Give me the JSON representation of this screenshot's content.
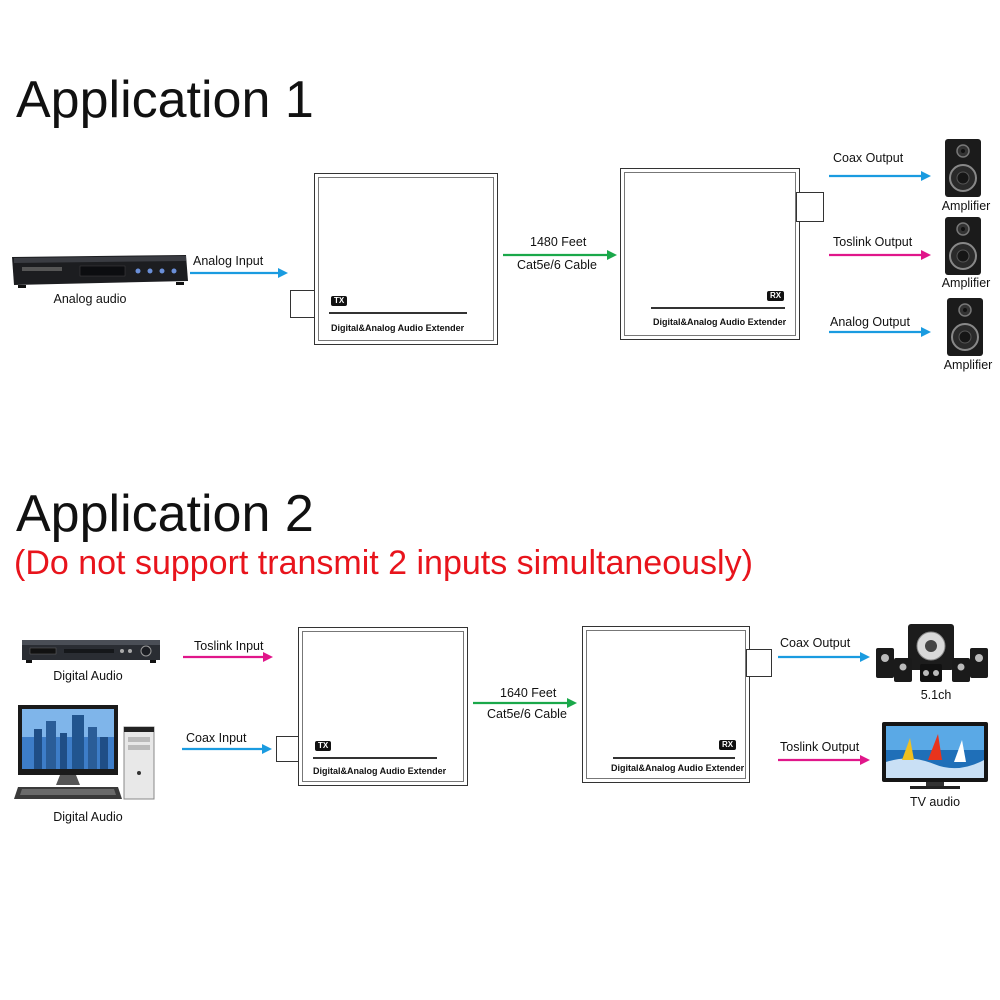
{
  "app1": {
    "heading": "Application 1",
    "source": {
      "caption": "Analog audio",
      "input": "Analog Input"
    },
    "tx": {
      "badge": "TX",
      "label": "Digital&Analog Audio Extender"
    },
    "link": {
      "distance": "1480 Feet",
      "cable": "Cat5e/6 Cable"
    },
    "rx": {
      "badge": "RX",
      "label": "Digital&Analog Audio Extender"
    },
    "outputs": [
      {
        "label": "Coax Output",
        "device": "Amplifier"
      },
      {
        "label": "Toslink Output",
        "device": "Amplifier"
      },
      {
        "label": "Analog Output",
        "device": "Amplifier"
      }
    ]
  },
  "app2": {
    "heading": "Application 2",
    "note": "(Do not support transmit 2 inputs simultaneously)",
    "sources": [
      {
        "caption": "Digital Audio",
        "input": "Toslink Input"
      },
      {
        "caption": "Digital Audio",
        "input": "Coax Input"
      }
    ],
    "tx": {
      "badge": "TX",
      "label": "Digital&Analog Audio Extender"
    },
    "link": {
      "distance": "1640 Feet",
      "cable": "Cat5e/6 Cable"
    },
    "rx": {
      "badge": "RX",
      "label": "Digital&Analog Audio Extender"
    },
    "outputs": [
      {
        "label": "Coax Output",
        "device": "5.1ch"
      },
      {
        "label": "Toslink Output",
        "device": "TV audio"
      }
    ]
  },
  "colors": {
    "coax": "#1a9be0",
    "toslink": "#e0168a",
    "cable": "#1aa84a",
    "note": "#e8141c"
  },
  "icons": [
    "dvd-player-icon",
    "speaker-icon",
    "set-top-box-icon",
    "desktop-computer-icon",
    "surround-speakers-icon",
    "tv-icon"
  ]
}
